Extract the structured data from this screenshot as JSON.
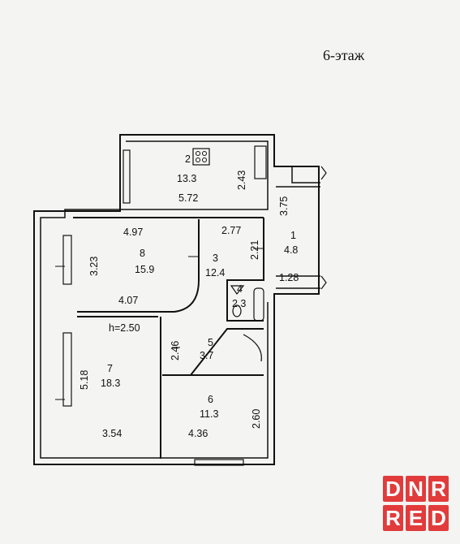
{
  "floor_title": "6-этаж",
  "height_note": "h=2.50",
  "rooms": [
    {
      "number": "1",
      "area": "4.8"
    },
    {
      "number": "2",
      "area": "13.3"
    },
    {
      "number": "3",
      "area": "12.4"
    },
    {
      "number": "4",
      "area": "2.3"
    },
    {
      "number": "5",
      "area": "3.7"
    },
    {
      "number": "6",
      "area": "11.3"
    },
    {
      "number": "7",
      "area": "18.3"
    },
    {
      "number": "8",
      "area": "15.9"
    }
  ],
  "dimensions": {
    "d572": "5.72",
    "d243": "2.43",
    "d375": "3.75",
    "d497": "4.97",
    "d277": "2.77",
    "d323": "3.23",
    "d221": "2.21",
    "d128": "1.28",
    "d407": "4.07",
    "d246": "2.46",
    "d518": "5.18",
    "d260": "2.60",
    "d354": "3.54",
    "d436": "4.36"
  },
  "watermark": {
    "line1": [
      "D",
      "N",
      "R"
    ],
    "line2": [
      "R",
      "E",
      "D"
    ],
    "color": "#e13b3b"
  }
}
